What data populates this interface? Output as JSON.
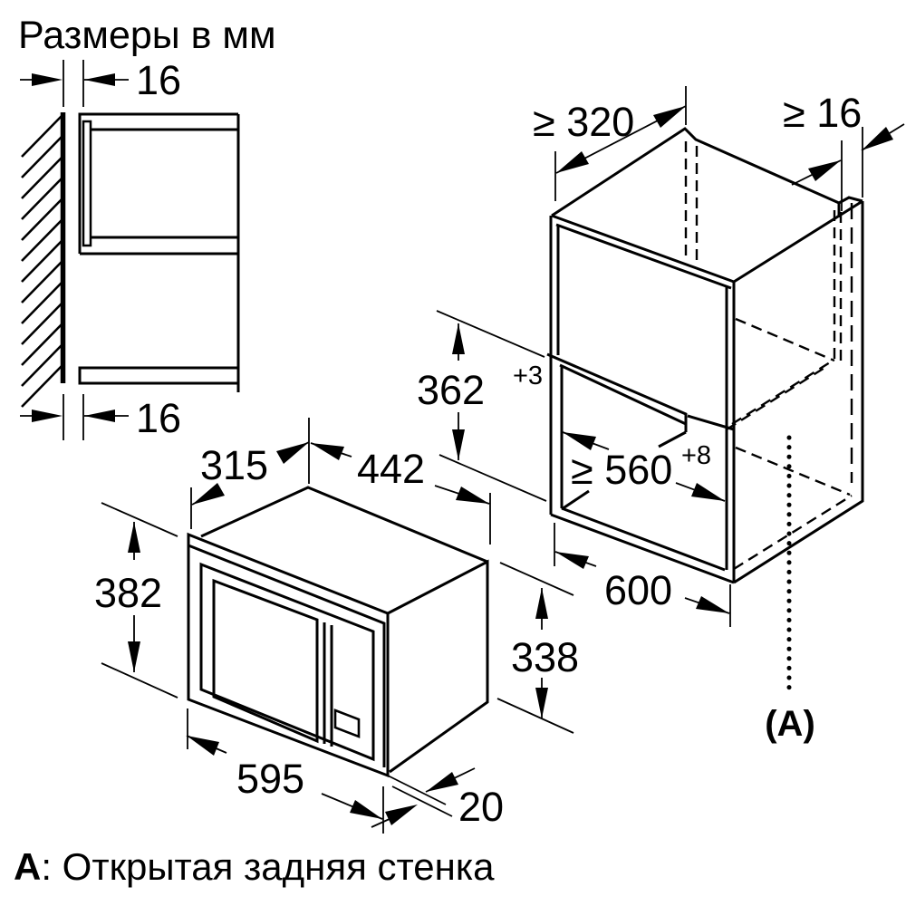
{
  "title": "Размеры в мм",
  "caption": {
    "prefix": "A",
    "text": ": Открытая задняя стенка"
  },
  "colors": {
    "ink": "#000000",
    "background": "#ffffff"
  },
  "dimensions": {
    "wall_gap_top": "16",
    "wall_gap_bottom": "16",
    "niche_depth_min": "≥ 320",
    "rear_gap_min": "≥ 16",
    "niche_height": "362",
    "niche_height_tolerance": "+3",
    "niche_width_min": "≥ 560",
    "niche_width_tolerance": "+8",
    "cabinet_width": "600",
    "appliance_depth": "315",
    "appliance_top_width": "442",
    "appliance_height": "382",
    "appliance_front_width": "595",
    "front_overhang": "20",
    "appliance_body_height": "338",
    "section_marker": "(A)"
  }
}
